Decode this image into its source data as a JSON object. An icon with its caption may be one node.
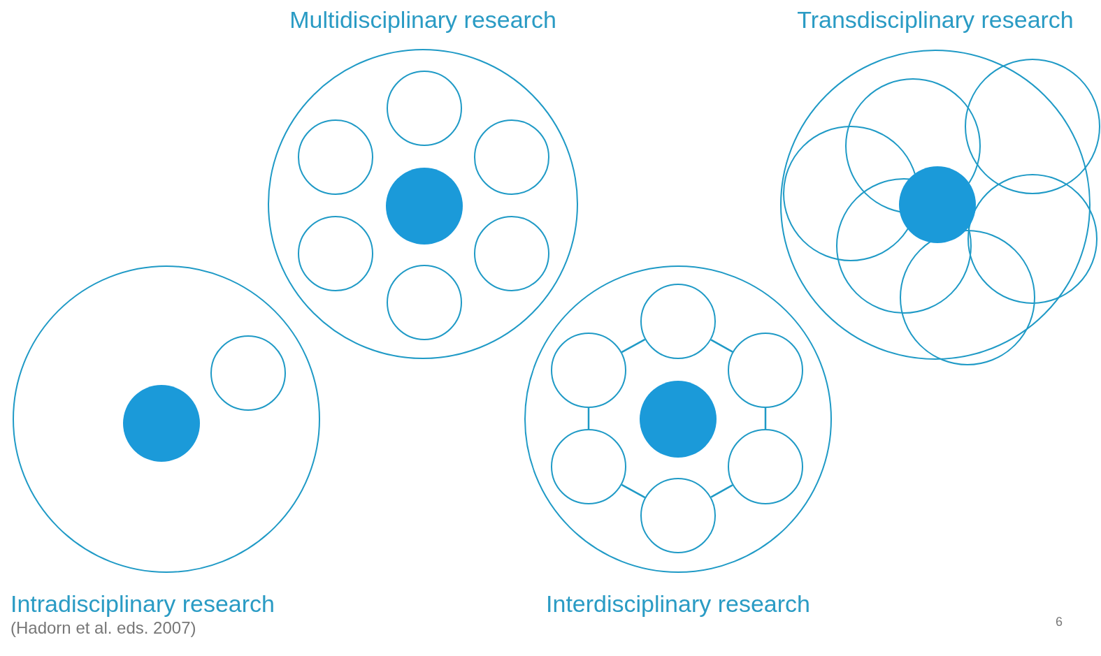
{
  "diagram": {
    "nodes": [
      {
        "text": [
          "Intradisciplinary research"
        ]
      },
      {
        "text": [],
        "shape": "circle",
        "in": 0
      },
      {
        "text": [],
        "shape": "circle",
        "in": 0
      },
      {
        "text": [
          "Multidisciplinary research"
        ]
      },
      {
        "text": [],
        "shape": "circle",
        "in": 3
      },
      {
        "text": [],
        "shape": "circle",
        "in": 3
      },
      {
        "text": [],
        "shape": "circle",
        "in": 3
      },
      {
        "text": [],
        "shape": "circle",
        "in": 3
      },
      {
        "text": [],
        "shape": "circle",
        "in": 3
      },
      {
        "text": [],
        "shape": "circle",
        "in": 3
      },
      {
        "text": [],
        "shape": "circle",
        "in": 3
      },
      {
        "text": [
          "Interdisciplinary research"
        ]
      },
      {
        "text": [],
        "shape": "circle",
        "in": 11
      },
      {
        "text": [],
        "shape": "circle",
        "in": 11
      },
      {
        "text": [],
        "shape": "circle",
        "in": 11
      },
      {
        "text": [],
        "shape": "circle",
        "in": 11
      },
      {
        "text": [],
        "shape": "circle",
        "in": 11
      },
      {
        "text": [],
        "shape": "circle",
        "in": 11
      },
      {
        "text": [],
        "shape": "circle",
        "in": 11
      },
      {
        "text": [
          "Transdisciplinary research"
        ]
      },
      {
        "text": [],
        "shape": "circle",
        "in": 19
      },
      {
        "text": [],
        "shape": "circle"
      },
      {
        "text": [],
        "shape": "circle",
        "in": 19
      },
      {
        "text": [],
        "shape": "circle",
        "in": 19
      },
      {
        "text": [],
        "shape": "circle",
        "in": 19
      },
      {
        "text": [],
        "shape": "circle",
        "in": 19
      },
      {
        "text": [],
        "shape": "circle",
        "in": 19
      }
    ],
    "edges": [
      {
        "from": 13,
        "to": 15,
        "arrow": "none"
      },
      {
        "from": 15,
        "to": 17,
        "arrow": "none"
      },
      {
        "from": 17,
        "to": 18,
        "arrow": "none"
      },
      {
        "from": 18,
        "to": 16,
        "arrow": "none"
      },
      {
        "from": 16,
        "to": 14,
        "arrow": "none"
      },
      {
        "from": 14,
        "to": 13,
        "arrow": "none"
      }
    ],
    "labels": [
      "(Hadorn et al. eds. 2007)",
      "6"
    ]
  }
}
